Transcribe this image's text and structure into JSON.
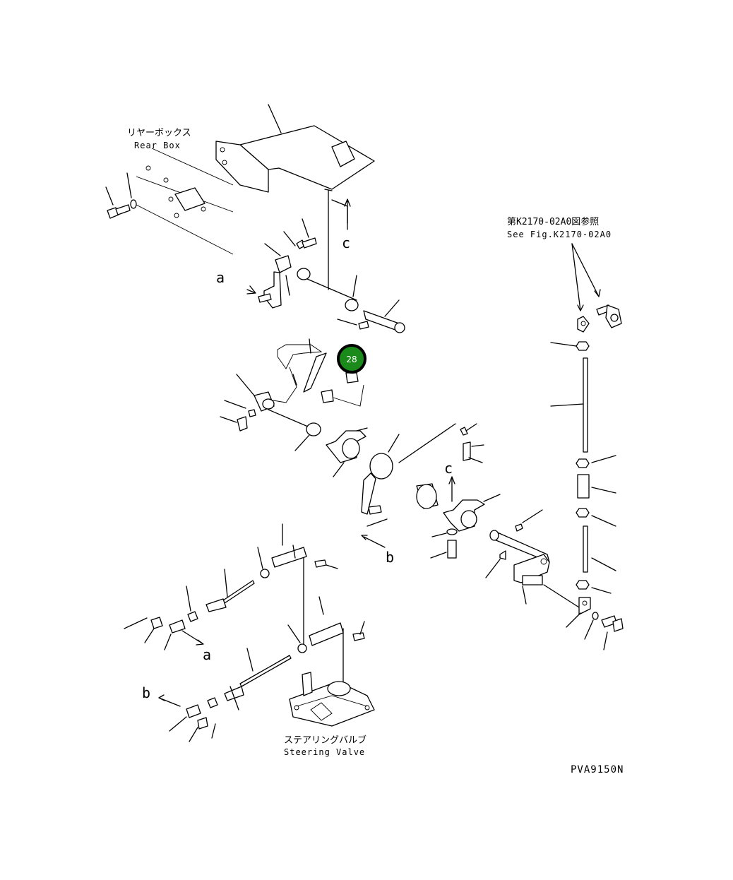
{
  "labels": {
    "rear_box_jp": "リヤーボックス",
    "rear_box_en": "Rear Box",
    "see_fig_jp": "第K2170-02A0図参照",
    "see_fig_en": "See Fig.K2170-02A0",
    "steering_valve_jp": "ステアリングバルブ",
    "steering_valve_en": "Steering Valve",
    "figure_code": "PVA9150N"
  },
  "arrow_refs": {
    "a_top": "a",
    "a_bottom": "a",
    "b_right": "b",
    "b_left": "b",
    "c_top": "c",
    "c_mid": "c"
  },
  "callout": {
    "number": "28",
    "color": "#1a8a1a"
  }
}
